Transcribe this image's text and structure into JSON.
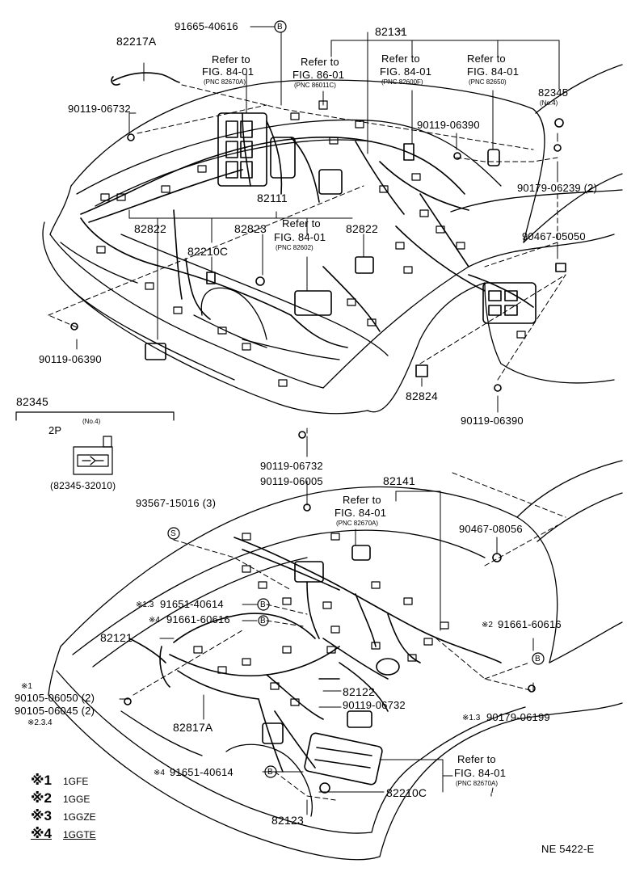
{
  "diagram_id": "NE 5422-E",
  "top_view": {
    "part_82217A": "82217A",
    "bolt_91665": "91665-40616",
    "circle_B": "B",
    "part_82131": "82131",
    "bolt_90119_06732_top": "90119-06732",
    "refer1": {
      "line1": "Refer to",
      "line2": "FIG. 84-01",
      "pnc": "(PNC 82670A)"
    },
    "refer2": {
      "line1": "Refer to",
      "line2": "FIG. 86-01",
      "pnc": "(PNC 86011C)"
    },
    "refer3": {
      "line1": "Refer to",
      "line2": "FIG. 84-01",
      "pnc": "(PNC 82600F)"
    },
    "refer4": {
      "line1": "Refer to",
      "line2": "FIG. 84-01",
      "pnc": "(PNC 82650)"
    },
    "part_82345": "82345",
    "no4": "(No.4)",
    "bolt_90119_06390_a": "90119-06390",
    "bolt_90179_06239": "90179-06239 (2)",
    "part_82111": "82111",
    "part_82822_left": "82822",
    "part_82823": "82823",
    "part_82822_right": "82822",
    "refer5": {
      "line1": "Refer to",
      "line2": "FIG. 84-01",
      "pnc": "(PNC 82602)"
    },
    "part_82210C": "82210C",
    "bolt_90467_05050": "90467-05050",
    "bolt_90119_06390_b": "90119-06390",
    "part_82824": "82824",
    "bolt_90119_06390_c": "90119-06390"
  },
  "inset": {
    "title": "82345",
    "pins": "2P",
    "no4": "(No.4)",
    "partno": "(82345-32010)"
  },
  "bottom_view": {
    "bolt_90119_06732": "90119-06732",
    "bolt_90119_06005": "90119-06005",
    "part_82141": "82141",
    "screw_93567": "93567-15016 (3)",
    "circle_S": "S",
    "refer6": {
      "line1": "Refer to",
      "line2": "FIG. 84-01",
      "pnc": "(PNC 82670A)"
    },
    "bolt_90467_08056": "90467-08056",
    "mark_13": "※1.3",
    "bolt_91651_40614_a": "91651-40614",
    "circle_B1": "B",
    "mark_4a": "※4",
    "bolt_91661_60616_a": "91661-60616",
    "circle_B2": "B",
    "part_82121": "82121",
    "mark_2": "※2",
    "bolt_91661_60616_b": "91661-60616",
    "circle_B3": "B",
    "mark_1": "※1",
    "bolt_90105_06050": "90105-06050 (2)",
    "bolt_90105_06045": "90105-06045 (2)",
    "mark_234": "※2.3.4",
    "part_82122": "82122",
    "bolt_90119_06732_b": "90119-06732",
    "mark_13b": "※1.3",
    "bolt_90179_06199": "90179-06199",
    "part_82817A": "82817A",
    "mark_4b": "※4",
    "bolt_91651_40614_b": "91651-40614",
    "circle_B4": "B",
    "refer7": {
      "line1": "Refer to",
      "line2": "FIG. 84-01",
      "pnc": "(PNC 82670A)"
    },
    "part_82210C_b": "82210C",
    "part_82123": "82123"
  },
  "legend": [
    {
      "symbol": "※1",
      "engine": "1GFE"
    },
    {
      "symbol": "※2",
      "engine": "1GGE"
    },
    {
      "symbol": "※3",
      "engine": "1GGZE"
    },
    {
      "symbol": "※4",
      "engine": "1GGTE"
    }
  ]
}
